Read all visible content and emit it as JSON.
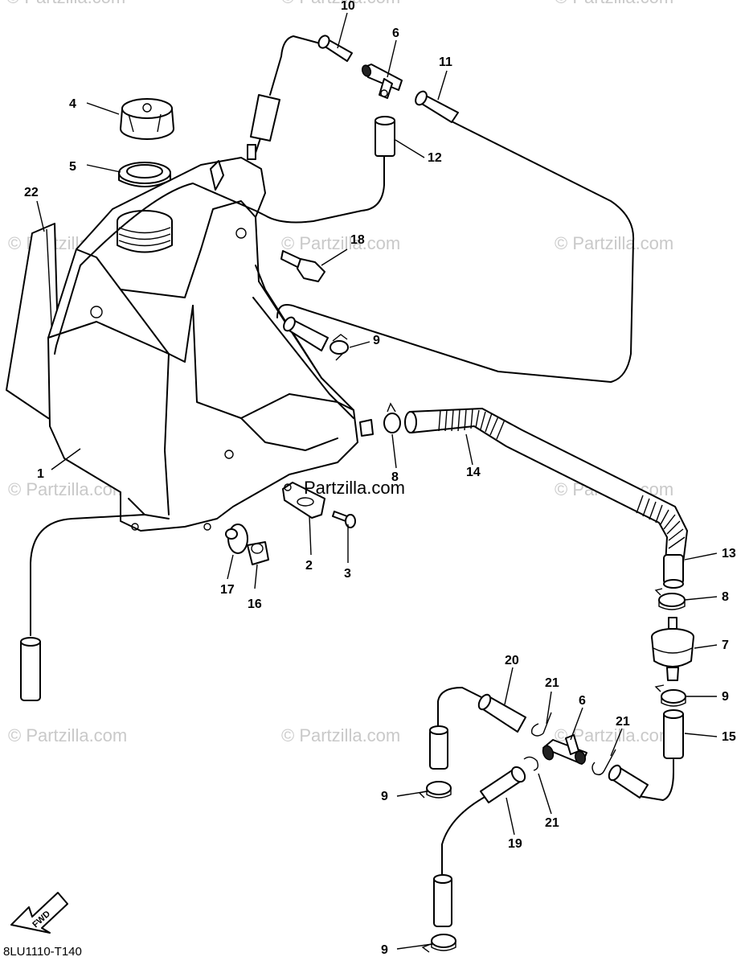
{
  "diagram_code": "8LU1110-T140",
  "fwd_label": "FWD",
  "watermark": "© Partzilla.com",
  "watermark_main": "Partzilla.com",
  "callouts": {
    "c1": "1",
    "c2": "2",
    "c3": "3",
    "c4": "4",
    "c5": "5",
    "c6a": "6",
    "c6b": "6",
    "c7": "7",
    "c8a": "8",
    "c8b": "8",
    "c9a": "9",
    "c9b": "9",
    "c9c": "9",
    "c9d": "9",
    "c10": "10",
    "c11": "11",
    "c12": "12",
    "c13": "13",
    "c14": "14",
    "c15": "15",
    "c16": "16",
    "c17": "17",
    "c18": "18",
    "c19": "19",
    "c20": "20",
    "c21a": "21",
    "c21b": "21",
    "c21c": "21",
    "c22": "22"
  }
}
